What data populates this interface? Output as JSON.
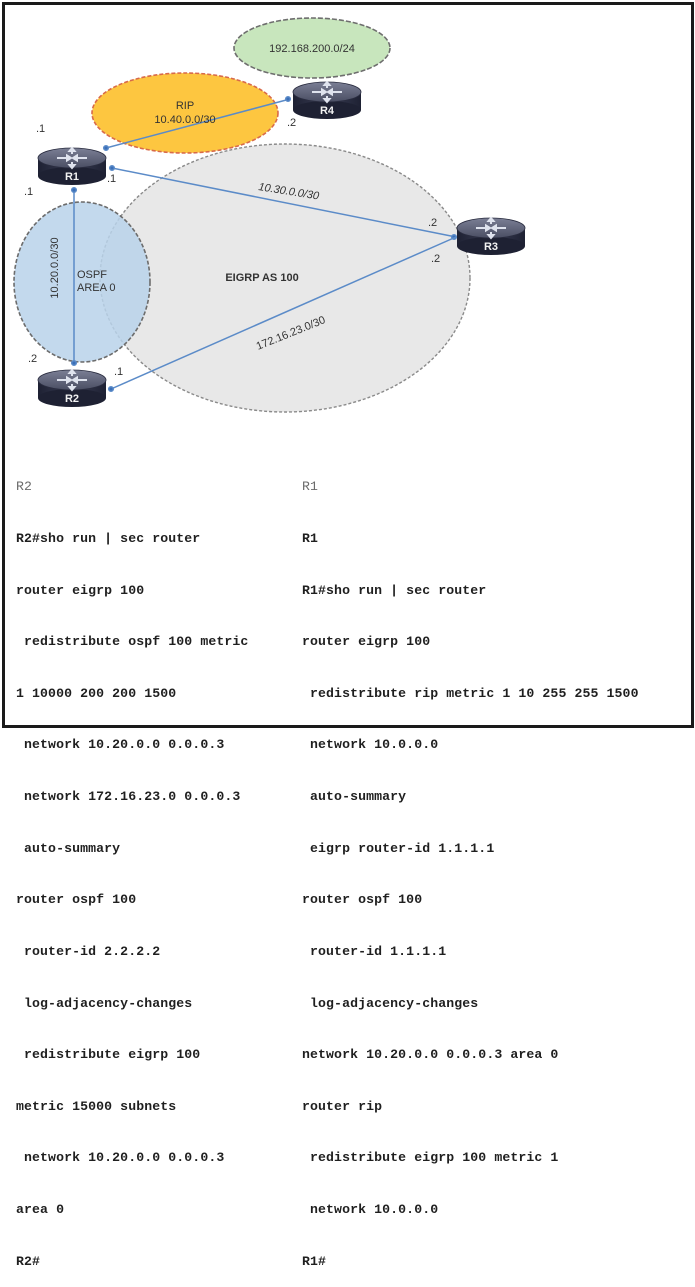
{
  "diagram": {
    "routers": [
      {
        "id": "R1",
        "label": "R1"
      },
      {
        "id": "R2",
        "label": "R2"
      },
      {
        "id": "R3",
        "label": "R3"
      },
      {
        "id": "R4",
        "label": "R4"
      }
    ],
    "areas": {
      "lan": {
        "label": "192.168.200.0/24",
        "color": "#c8e6bd"
      },
      "rip": {
        "label_line1": "RIP",
        "label_line2": "10.40.0.0/30",
        "color": "#fdc640"
      },
      "eigrp": {
        "label": "EIGRP AS 100",
        "color": "#e8e8e8"
      },
      "ospf": {
        "label_line1": "OSPF",
        "label_line2": "AREA 0",
        "color": "#b9d2ea"
      }
    },
    "links": {
      "r1_r3": {
        "label": "10.30.0.0/30",
        "r1_end": ".1",
        "r3_end": ".2"
      },
      "r2_r3": {
        "label": "172.16.23.0/30",
        "r2_end": ".1",
        "r3_end": ".2"
      },
      "r1_r2": {
        "label": "10.20.0.0/30",
        "r1_end": ".1",
        "r2_end": ".2"
      },
      "r1_r4": {
        "r1_end": ".1",
        "r4_end": ".2"
      }
    },
    "link_color": "#5b8bc8"
  },
  "r2_config": [
    "R2",
    "R2#sho run | sec router",
    "router eigrp 100",
    " redistribute ospf 100 metric",
    "1 10000 200 200 1500",
    " network 10.20.0.0 0.0.0.3",
    " network 172.16.23.0 0.0.0.3",
    " auto-summary",
    "router ospf 100",
    " router-id 2.2.2.2",
    " log-adjacency-changes",
    " redistribute eigrp 100",
    "metric 15000 subnets",
    " network 10.20.0.0 0.0.0.3",
    "area 0",
    "R2#"
  ],
  "r1_config": [
    "R1",
    "R1",
    "R1#sho run | sec router",
    "router eigrp 100",
    " redistribute rip metric 1 10 255 255 1500",
    " network 10.0.0.0",
    " auto-summary",
    " eigrp router-id 1.1.1.1",
    "router ospf 100",
    " router-id 1.1.1.1",
    " log-adjacency-changes",
    "network 10.20.0.0 0.0.0.3 area 0",
    "router rip",
    " redistribute eigrp 100 metric 1",
    " network 10.0.0.0",
    "R1#"
  ]
}
